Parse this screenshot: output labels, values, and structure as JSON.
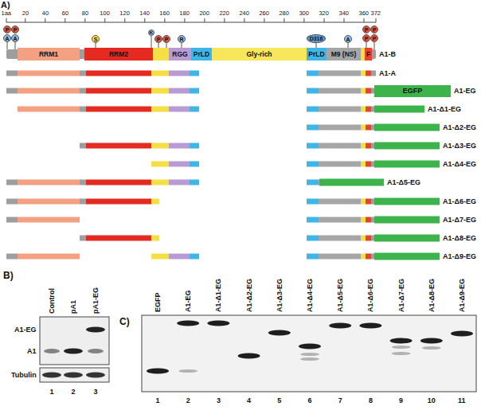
{
  "diagram": {
    "nodes": [
      {
        "text": [
          "P"
        ]
      },
      {
        "text": [
          "P"
        ]
      },
      {
        "text": [
          "A"
        ]
      },
      {
        "text": [
          "A"
        ]
      },
      {
        "text": [
          "S"
        ]
      },
      {
        "text": [
          "K"
        ]
      },
      {
        "text": [
          "P"
        ]
      },
      {
        "text": [
          "P"
        ]
      },
      {
        "text": [
          "R"
        ]
      },
      {
        "text": [
          "D316"
        ]
      },
      {
        "text": [
          "A"
        ]
      },
      {
        "text": [
          "P"
        ]
      },
      {
        "text": [
          "P"
        ]
      },
      {
        "text": [
          "P"
        ]
      },
      {
        "text": [
          "P"
        ]
      },
      {
        "text": [
          "RRM1"
        ]
      },
      {
        "text": [
          "RRM2"
        ]
      },
      {
        "text": [
          "RGG"
        ]
      },
      {
        "text": [
          "PrLD"
        ]
      },
      {
        "text": [
          "Gly-rich"
        ]
      },
      {
        "text": [
          "PrLD"
        ]
      },
      {
        "text": [
          "M9 (NS)"
        ]
      },
      {
        "text": [
          "F"
        ]
      },
      {
        "text": [
          "EGFP"
        ]
      }
    ],
    "labels": [
      "A)",
      "1aa",
      "20",
      "40",
      "60",
      "80",
      "100",
      "120",
      "140",
      "160",
      "180",
      "200",
      "220",
      "240",
      "260",
      "280",
      "300",
      "320",
      "340",
      "360",
      "372",
      "A1-B",
      "A1-A",
      "A1-EG",
      "A1-Δ1-EG",
      "A1-Δ2-EG",
      "A1-Δ3-EG",
      "A1-Δ4-EG",
      "A1-Δ5-EG",
      "A1-Δ6-EG",
      "A1-Δ7-EG",
      "A1-Δ8-EG",
      "A1-Δ9-EG",
      "B)",
      "Control",
      "pA1",
      "pA1-EG",
      "A1-EG",
      "A1",
      "Tubulin",
      "1",
      "2",
      "3",
      "C)",
      "EGFP",
      "A1-EG",
      "A1-Δ1-EG",
      "A1-Δ2-EG",
      "A1-Δ3-EG",
      "A1-Δ4-EG",
      "A1-Δ5-EG",
      "A1-Δ6-EG",
      "A1-Δ7-EG",
      "A1-Δ8-EG",
      "A1-Δ9-EG",
      "1",
      "2",
      "3",
      "4",
      "5",
      "6",
      "7",
      "8",
      "9",
      "10",
      "11"
    ]
  }
}
